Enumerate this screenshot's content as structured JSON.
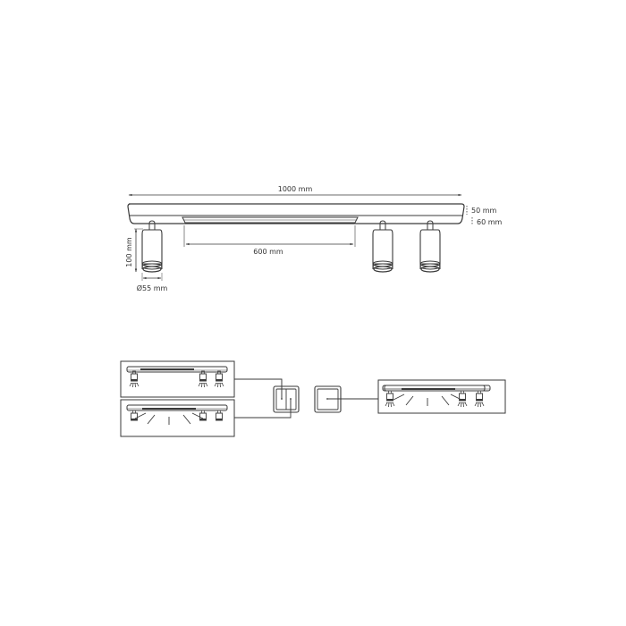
{
  "diagram": {
    "type": "technical-drawing",
    "subject": "ceiling spotlight bar with 3 spots and central LED strip",
    "colors": {
      "line": "#3a3a3a",
      "text": "#333333",
      "background": "#ffffff"
    },
    "dimensions": {
      "length": "1000 mm",
      "bar_height": "50 mm",
      "total_height": "60 mm",
      "strip_length": "600 mm",
      "spot_height": "100 mm",
      "spot_diameter": "Ø55 mm"
    },
    "spot_count": 3,
    "wiring": {
      "double_switch": {
        "label": "double-switch",
        "modes": [
          "spots-only-on",
          "led-strip-only-on"
        ]
      },
      "single_switch": {
        "label": "single-switch",
        "modes": [
          "all-lights-on"
        ]
      }
    }
  }
}
